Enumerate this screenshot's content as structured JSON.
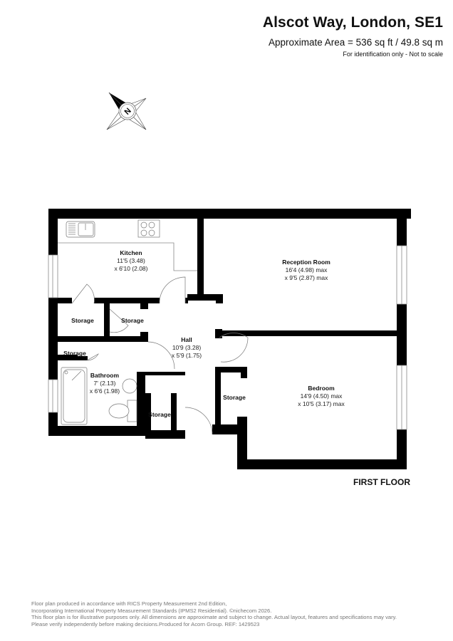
{
  "header": {
    "title": "Alscot Way, London, SE1",
    "area": "Approximate Area = 536 sq ft / 49.8 sq m",
    "note": "For identification only - Not to scale"
  },
  "compass": {
    "icon": "north-arrow-compass-icon",
    "letter": "N"
  },
  "floor_label": "FIRST FLOOR",
  "rooms": {
    "kitchen": {
      "name": "Kitchen",
      "dim1": "11'5 (3.48)",
      "dim2": "x 6'10 (2.08)"
    },
    "reception": {
      "name": "Reception Room",
      "dim1": "16'4 (4.98) max",
      "dim2": "x 9'5 (2.87) max"
    },
    "hall": {
      "name": "Hall",
      "dim1": "10'9 (3.28)",
      "dim2": "x 5'9 (1.75)"
    },
    "bathroom": {
      "name": "Bathroom",
      "dim1": "7' (2.13)",
      "dim2": "x 6'6 (1.98)"
    },
    "bedroom": {
      "name": "Bedroom",
      "dim1": "14'9 (4.50) max",
      "dim2": "x 10'5 (3.17) max"
    },
    "storage_label": "Storage"
  },
  "footer": {
    "lines": [
      "Floor plan produced in accordance with RICS Property Measurement 2nd Edition,",
      "Incorporating International Property Measurement Standards (IPMS2 Residential).   ©nichecom 2026.",
      "This floor plan is for illustrative purposes only. All dimensions are approximate and subject to change. Actual layout, features and specifications may vary.",
      "Please verify independently before making decisions.Produced for Acorn Group.   REF:  1429523"
    ]
  }
}
